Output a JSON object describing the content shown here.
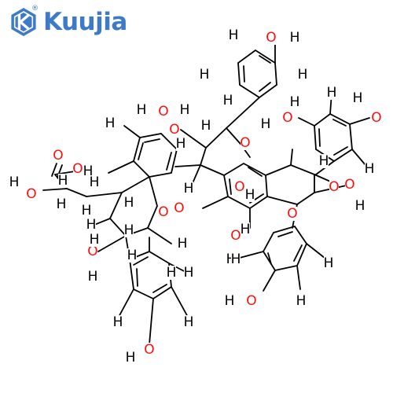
{
  "brand": {
    "name": "Kuujia",
    "registered_mark": "®",
    "icon": "k-hexagon-logo-icon",
    "color": "#3d7ac7"
  },
  "molecule": {
    "bond_color": "#000000",
    "hydrogen_color": "#000000",
    "oxygen_color": "#ff0d0d",
    "labels": [
      {
        "id": "O-1",
        "text": "O",
        "element": "O"
      },
      {
        "id": "H-1",
        "text": "H",
        "element": "H"
      },
      {
        "id": "H-2",
        "text": "H",
        "element": "H"
      },
      {
        "id": "H-3",
        "text": "H",
        "element": "H"
      },
      {
        "id": "H-4",
        "text": "H",
        "element": "H"
      },
      {
        "id": "H-5",
        "text": "H",
        "element": "H"
      },
      {
        "id": "H-6",
        "text": "H",
        "element": "H"
      },
      {
        "id": "O-2",
        "text": "O",
        "element": "O"
      },
      {
        "id": "H-7",
        "text": "H",
        "element": "H"
      },
      {
        "id": "H-8",
        "text": "H",
        "element": "H"
      },
      {
        "id": "O-3",
        "text": "O",
        "element": "O"
      },
      {
        "id": "H-9",
        "text": "H",
        "element": "H"
      },
      {
        "id": "H-10",
        "text": "H",
        "element": "H"
      },
      {
        "id": "O-4",
        "text": "O",
        "element": "O"
      },
      {
        "id": "O-5",
        "text": "O",
        "element": "O"
      },
      {
        "id": "H-11",
        "text": "H",
        "element": "H"
      },
      {
        "id": "H-12",
        "text": "H",
        "element": "H"
      },
      {
        "id": "H-13",
        "text": "H",
        "element": "H"
      },
      {
        "id": "O-6",
        "text": "O",
        "element": "O"
      },
      {
        "id": "H-14",
        "text": "H",
        "element": "H"
      },
      {
        "id": "O-7",
        "text": "O",
        "element": "O"
      },
      {
        "id": "H-15",
        "text": "H",
        "element": "H"
      },
      {
        "id": "H-16",
        "text": "H",
        "element": "H"
      },
      {
        "id": "H-17",
        "text": "H",
        "element": "H"
      },
      {
        "id": "H-18",
        "text": "H",
        "element": "H"
      },
      {
        "id": "H-19",
        "text": "H",
        "element": "H"
      },
      {
        "id": "O-8",
        "text": "O",
        "element": "O"
      },
      {
        "id": "O-9",
        "text": "O",
        "element": "O"
      },
      {
        "id": "H-20",
        "text": "H",
        "element": "H"
      },
      {
        "id": "O-10",
        "text": "O",
        "element": "O"
      },
      {
        "id": "H-21",
        "text": "H",
        "element": "H"
      },
      {
        "id": "H-22",
        "text": "H",
        "element": "H"
      },
      {
        "id": "O-11",
        "text": "O",
        "element": "O"
      },
      {
        "id": "H-23",
        "text": "H",
        "element": "H"
      },
      {
        "id": "O-12",
        "text": "O",
        "element": "O"
      },
      {
        "id": "H-24",
        "text": "H",
        "element": "H"
      },
      {
        "id": "O-13",
        "text": "O",
        "element": "O"
      },
      {
        "id": "O-14",
        "text": "O",
        "element": "O"
      },
      {
        "id": "H-25",
        "text": "H",
        "element": "H"
      },
      {
        "id": "O-15",
        "text": "O",
        "element": "O"
      },
      {
        "id": "O-16",
        "text": "O",
        "element": "O"
      },
      {
        "id": "H-26",
        "text": "H",
        "element": "H"
      },
      {
        "id": "H-27",
        "text": "H",
        "element": "H"
      },
      {
        "id": "H-28",
        "text": "H",
        "element": "H"
      },
      {
        "id": "H-29",
        "text": "H",
        "element": "H"
      },
      {
        "id": "H-30",
        "text": "H",
        "element": "H"
      },
      {
        "id": "O-17",
        "text": "O",
        "element": "O"
      },
      {
        "id": "H-31",
        "text": "H",
        "element": "H"
      },
      {
        "id": "H-32",
        "text": "H",
        "element": "H"
      },
      {
        "id": "H-33",
        "text": "H",
        "element": "H"
      },
      {
        "id": "H-34",
        "text": "H",
        "element": "H"
      },
      {
        "id": "H-35",
        "text": "H",
        "element": "H"
      },
      {
        "id": "H-36",
        "text": "H",
        "element": "H"
      },
      {
        "id": "O-18",
        "text": "O",
        "element": "O"
      },
      {
        "id": "H-37",
        "text": "H",
        "element": "H"
      },
      {
        "id": "H-38",
        "text": "H",
        "element": "H"
      },
      {
        "id": "H-39",
        "text": "H",
        "element": "H"
      },
      {
        "id": "H-40",
        "text": "H",
        "element": "H"
      },
      {
        "id": "H-41",
        "text": "H",
        "element": "H"
      },
      {
        "id": "H-42",
        "text": "H",
        "element": "H"
      },
      {
        "id": "O-19",
        "text": "O",
        "element": "O"
      },
      {
        "id": "H-43",
        "text": "H",
        "element": "H"
      }
    ]
  }
}
